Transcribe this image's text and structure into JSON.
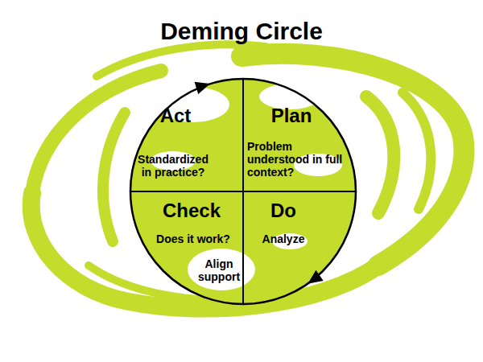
{
  "diagram": {
    "title": "Deming Circle",
    "nodes": [
      {
        "text": [
          "Act",
          "Standardized in practice?"
        ]
      },
      {
        "text": [
          "Plan",
          "Problem understood in full context?"
        ]
      },
      {
        "text": [
          "Check",
          "Does it work?",
          "Align support"
        ]
      },
      {
        "text": [
          "Do",
          "Analyze"
        ]
      }
    ]
  }
}
